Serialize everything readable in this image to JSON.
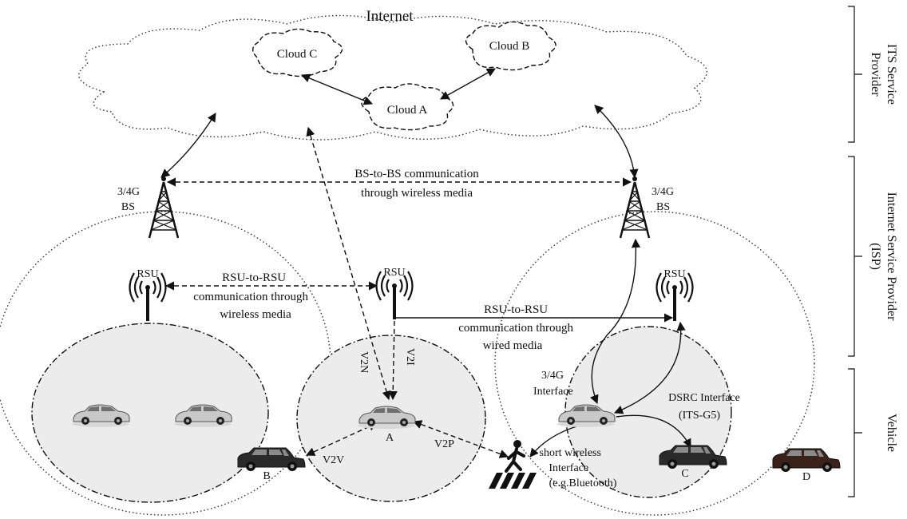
{
  "labels": {
    "internet": "Internet",
    "cloud_a": "Cloud A",
    "cloud_b": "Cloud B",
    "cloud_c": "Cloud C",
    "bs_left_line1": "3/4G",
    "bs_left_line2": "BS",
    "bs_right_line1": "3/4G",
    "bs_right_line2": "BS",
    "bs_to_bs_line1": "BS-to-BS communication",
    "bs_to_bs_line2": "through wireless media",
    "rsu_left": "RSU",
    "rsu_mid": "RSU",
    "rsu_right": "RSU",
    "rsu_wireless_line1": "RSU-to-RSU",
    "rsu_wireless_line2": "communication through",
    "rsu_wireless_line3": "wireless media",
    "rsu_wired_line1": "RSU-to-RSU",
    "rsu_wired_line2": "communication through",
    "rsu_wired_line3": "wired media",
    "v2n": "V2N",
    "v2i": "V2I",
    "v2v": "V2V",
    "v2p": "V2P",
    "car_a": "A",
    "car_b": "B",
    "car_c": "C",
    "car_d": "D",
    "iface_4g_line1": "3/4G",
    "iface_4g_line2": "Interface",
    "dsrc_line1": "DSRC Interface",
    "dsrc_line2": "(ITS-G5)",
    "short_line1": "short wireless",
    "short_line2": "Interface",
    "short_line3": "(e.g.Bluetooth)"
  },
  "side_labels": {
    "its_line1": "ITS Service",
    "its_line2": "Provider",
    "isp_line1": "Internet Service Provider",
    "isp_line2": "(ISP)",
    "vehicle": "Vehicle"
  },
  "icons": {
    "cloud": "cloud-icon",
    "tower": "cell-tower-icon",
    "rsu": "antenna-icon",
    "car": "car-icon",
    "suv": "suv-icon",
    "pedestrian": "pedestrian-crossing-icon"
  },
  "colors": {
    "zone_fill": "#ececec",
    "line": "#111111",
    "suv_dark": "#2a2a2a",
    "suv_brown": "#3a2218",
    "car_silver": "#c8c8c8"
  }
}
